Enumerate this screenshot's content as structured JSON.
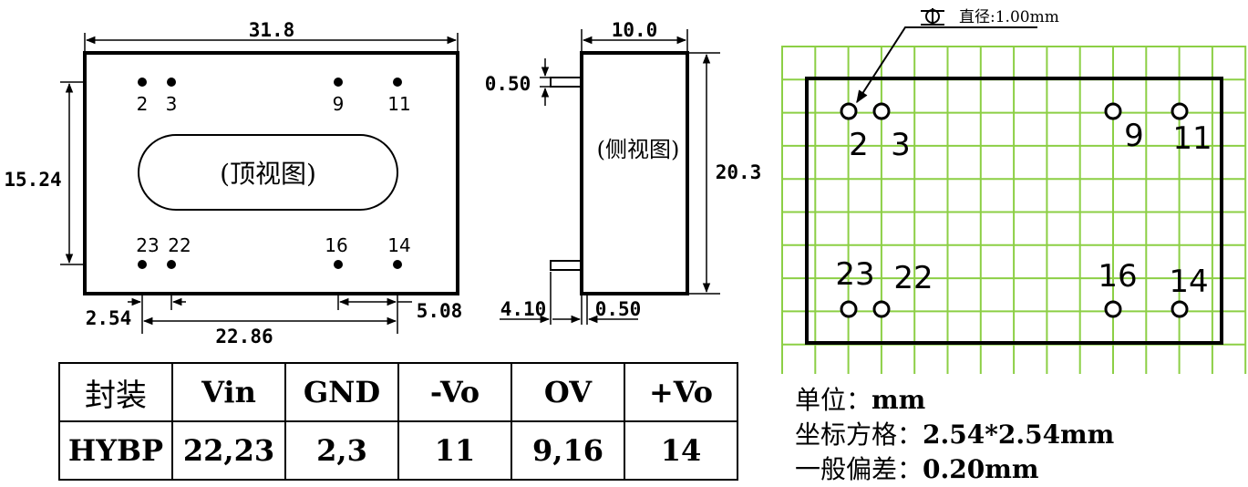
{
  "top_view": {
    "width_dim": "31.8",
    "height_dim": "15.24",
    "view_label": "(顶视图)",
    "pin_labels": [
      "2",
      "3",
      "9",
      "11",
      "23",
      "22",
      "16",
      "14"
    ],
    "pitch_dim": "2.54",
    "row_dim": "22.86",
    "edge_dim": "5.08"
  },
  "side_view": {
    "width_dim": "10.0",
    "height_dim": "20.3",
    "pin_dia_dim": "0.50",
    "pin_length_dim": "4.10",
    "standoff_dim": "0.50",
    "view_label": "(侧视图)"
  },
  "grid_view": {
    "hole_symbol_label": "直径:1.00mm",
    "pin_labels": [
      "2",
      "3",
      "9",
      "11",
      "23",
      "22",
      "16",
      "14"
    ],
    "grid_color": "#8ccf45"
  },
  "pin_table": {
    "headers": [
      "封装",
      "Vin",
      "GND",
      "-Vo",
      "OV",
      "+Vo"
    ],
    "row": [
      "HYBP",
      "22,23",
      "2,3",
      "11",
      "9,16",
      "14"
    ]
  },
  "notes": [
    {
      "label": "单位：",
      "value": "mm"
    },
    {
      "label": "坐标方格：",
      "value": "2.54*2.54mm"
    },
    {
      "label": "一般偏差：",
      "value": "0.20mm"
    }
  ]
}
